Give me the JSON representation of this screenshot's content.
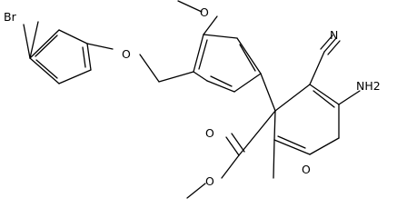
{
  "atoms": {
    "br": "Br",
    "o_ether": "O",
    "o_methoxy": "O",
    "n_nitrile": "N",
    "nh2": "NH2",
    "o_carbonyl": "O",
    "o_ester": "O",
    "o_ring": "O"
  }
}
